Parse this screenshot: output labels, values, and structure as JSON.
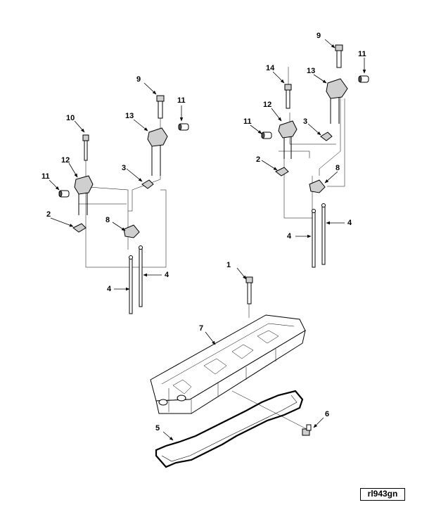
{
  "reference_code": "rl943gn",
  "callouts": {
    "c1": "1",
    "c2_left": "2",
    "c2_right": "2",
    "c3_left": "3",
    "c3_right": "3",
    "c4_left_a": "4",
    "c4_left_b": "4",
    "c4_right_a": "4",
    "c4_right_b": "4",
    "c5": "5",
    "c6": "6",
    "c7": "7",
    "c8_left": "8",
    "c8_right": "8",
    "c9_left": "9",
    "c9_right": "9",
    "c10": "10",
    "c11_left_a": "11",
    "c11_left_b": "11",
    "c11_right_a": "11",
    "c11_right_b": "11",
    "c12_left": "12",
    "c12_right": "12",
    "c13_left": "13",
    "c13_right": "13",
    "c14": "14"
  }
}
